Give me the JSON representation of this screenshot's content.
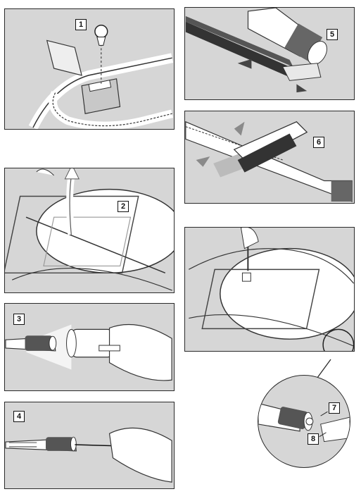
{
  "steps": [
    {
      "id": "step-1",
      "number": "1"
    },
    {
      "id": "step-2",
      "number": "2"
    },
    {
      "id": "step-3",
      "number": "3"
    },
    {
      "id": "step-4",
      "number": "4"
    },
    {
      "id": "step-5",
      "number": "5"
    },
    {
      "id": "step-6",
      "number": "6"
    }
  ],
  "detail_callouts": {
    "callout_a": "7",
    "callout_b": "8"
  },
  "colors": {
    "panel_bg": "#d6d6d6",
    "line": "#2a2a2a",
    "arrow": "#8a8a8a"
  }
}
